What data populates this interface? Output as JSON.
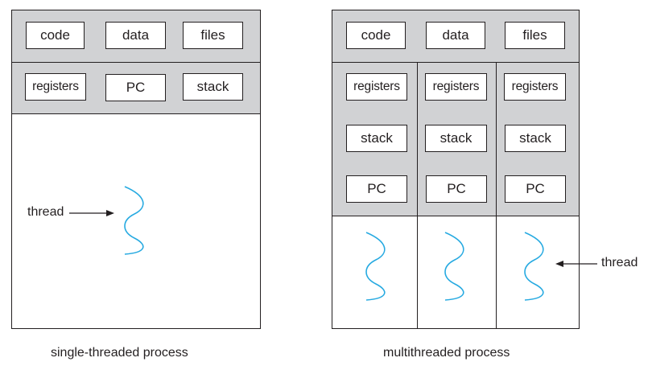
{
  "single": {
    "shared": [
      "code",
      "data",
      "files"
    ],
    "private": [
      "registers",
      "PC",
      "stack"
    ],
    "thread_label": "thread",
    "caption": "single-threaded process"
  },
  "multi": {
    "shared": [
      "code",
      "data",
      "files"
    ],
    "threads": [
      {
        "registers": "registers",
        "stack": "stack",
        "pc": "PC"
      },
      {
        "registers": "registers",
        "stack": "stack",
        "pc": "PC"
      },
      {
        "registers": "registers",
        "stack": "stack",
        "pc": "PC"
      }
    ],
    "thread_label": "thread",
    "caption": "multithreaded process"
  },
  "colors": {
    "gray_fill": "#d1d2d4",
    "thread_wave": "#27aae1",
    "line": "#231f20"
  }
}
